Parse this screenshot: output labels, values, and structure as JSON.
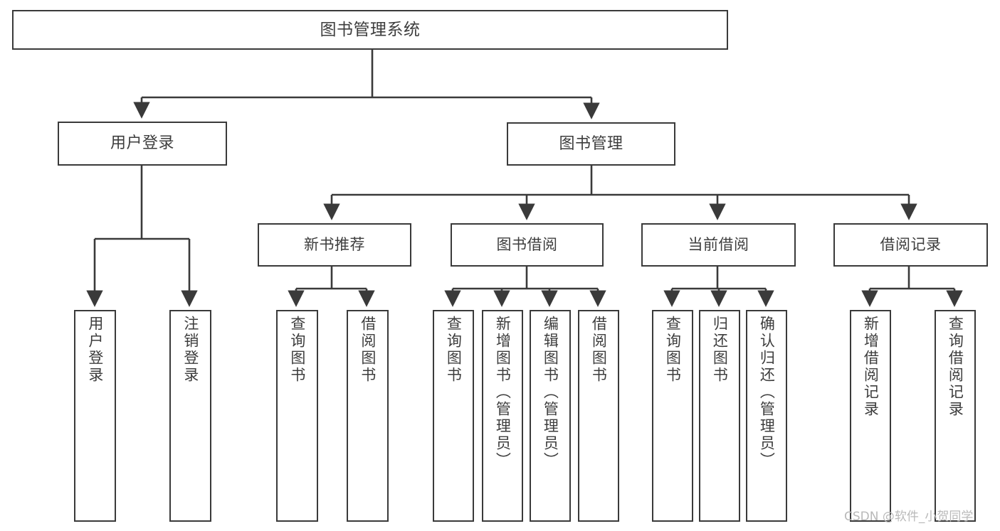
{
  "diagram": {
    "title": "图书管理系统",
    "type": "tree-hierarchy",
    "watermark": "CSDN @软件_小贺同学",
    "root": {
      "id": "root",
      "label": "图书管理系统"
    },
    "level2": [
      {
        "id": "user-login",
        "label": "用户登录"
      },
      {
        "id": "book-manage",
        "label": "图书管理"
      }
    ],
    "level3": [
      {
        "id": "new-book-recommend",
        "label": "新书推荐"
      },
      {
        "id": "book-borrow",
        "label": "图书借阅"
      },
      {
        "id": "current-borrow",
        "label": "当前借阅"
      },
      {
        "id": "borrow-record",
        "label": "借阅记录"
      }
    ],
    "leaves": {
      "user_login": [
        {
          "id": "leaf-user-login",
          "label": "用户登录"
        },
        {
          "id": "leaf-logout-login",
          "label": "注销登录"
        }
      ],
      "new_book_recommend": [
        {
          "id": "leaf-query-book-1",
          "label": "查询图书"
        },
        {
          "id": "leaf-borrow-book-1",
          "label": "借阅图书"
        }
      ],
      "book_borrow": [
        {
          "id": "leaf-query-book-2",
          "label": "查询图书"
        },
        {
          "id": "leaf-add-book",
          "label": "新增图书（管理员）"
        },
        {
          "id": "leaf-edit-book",
          "label": "编辑图书（管理员）"
        },
        {
          "id": "leaf-borrow-book-2",
          "label": "借阅图书"
        }
      ],
      "current_borrow": [
        {
          "id": "leaf-query-book-3",
          "label": "查询图书"
        },
        {
          "id": "leaf-return-book",
          "label": "归还图书"
        },
        {
          "id": "leaf-confirm-return",
          "label": "确认归还（管理员）"
        }
      ],
      "borrow_record": [
        {
          "id": "leaf-add-record",
          "label": "新增借阅记录"
        },
        {
          "id": "leaf-query-record",
          "label": "查询借阅记录"
        }
      ]
    },
    "colors": {
      "stroke": "#3a3a3a",
      "text": "#3d3d3d",
      "background": "#ffffff",
      "watermark": "#b9b9b9"
    }
  }
}
